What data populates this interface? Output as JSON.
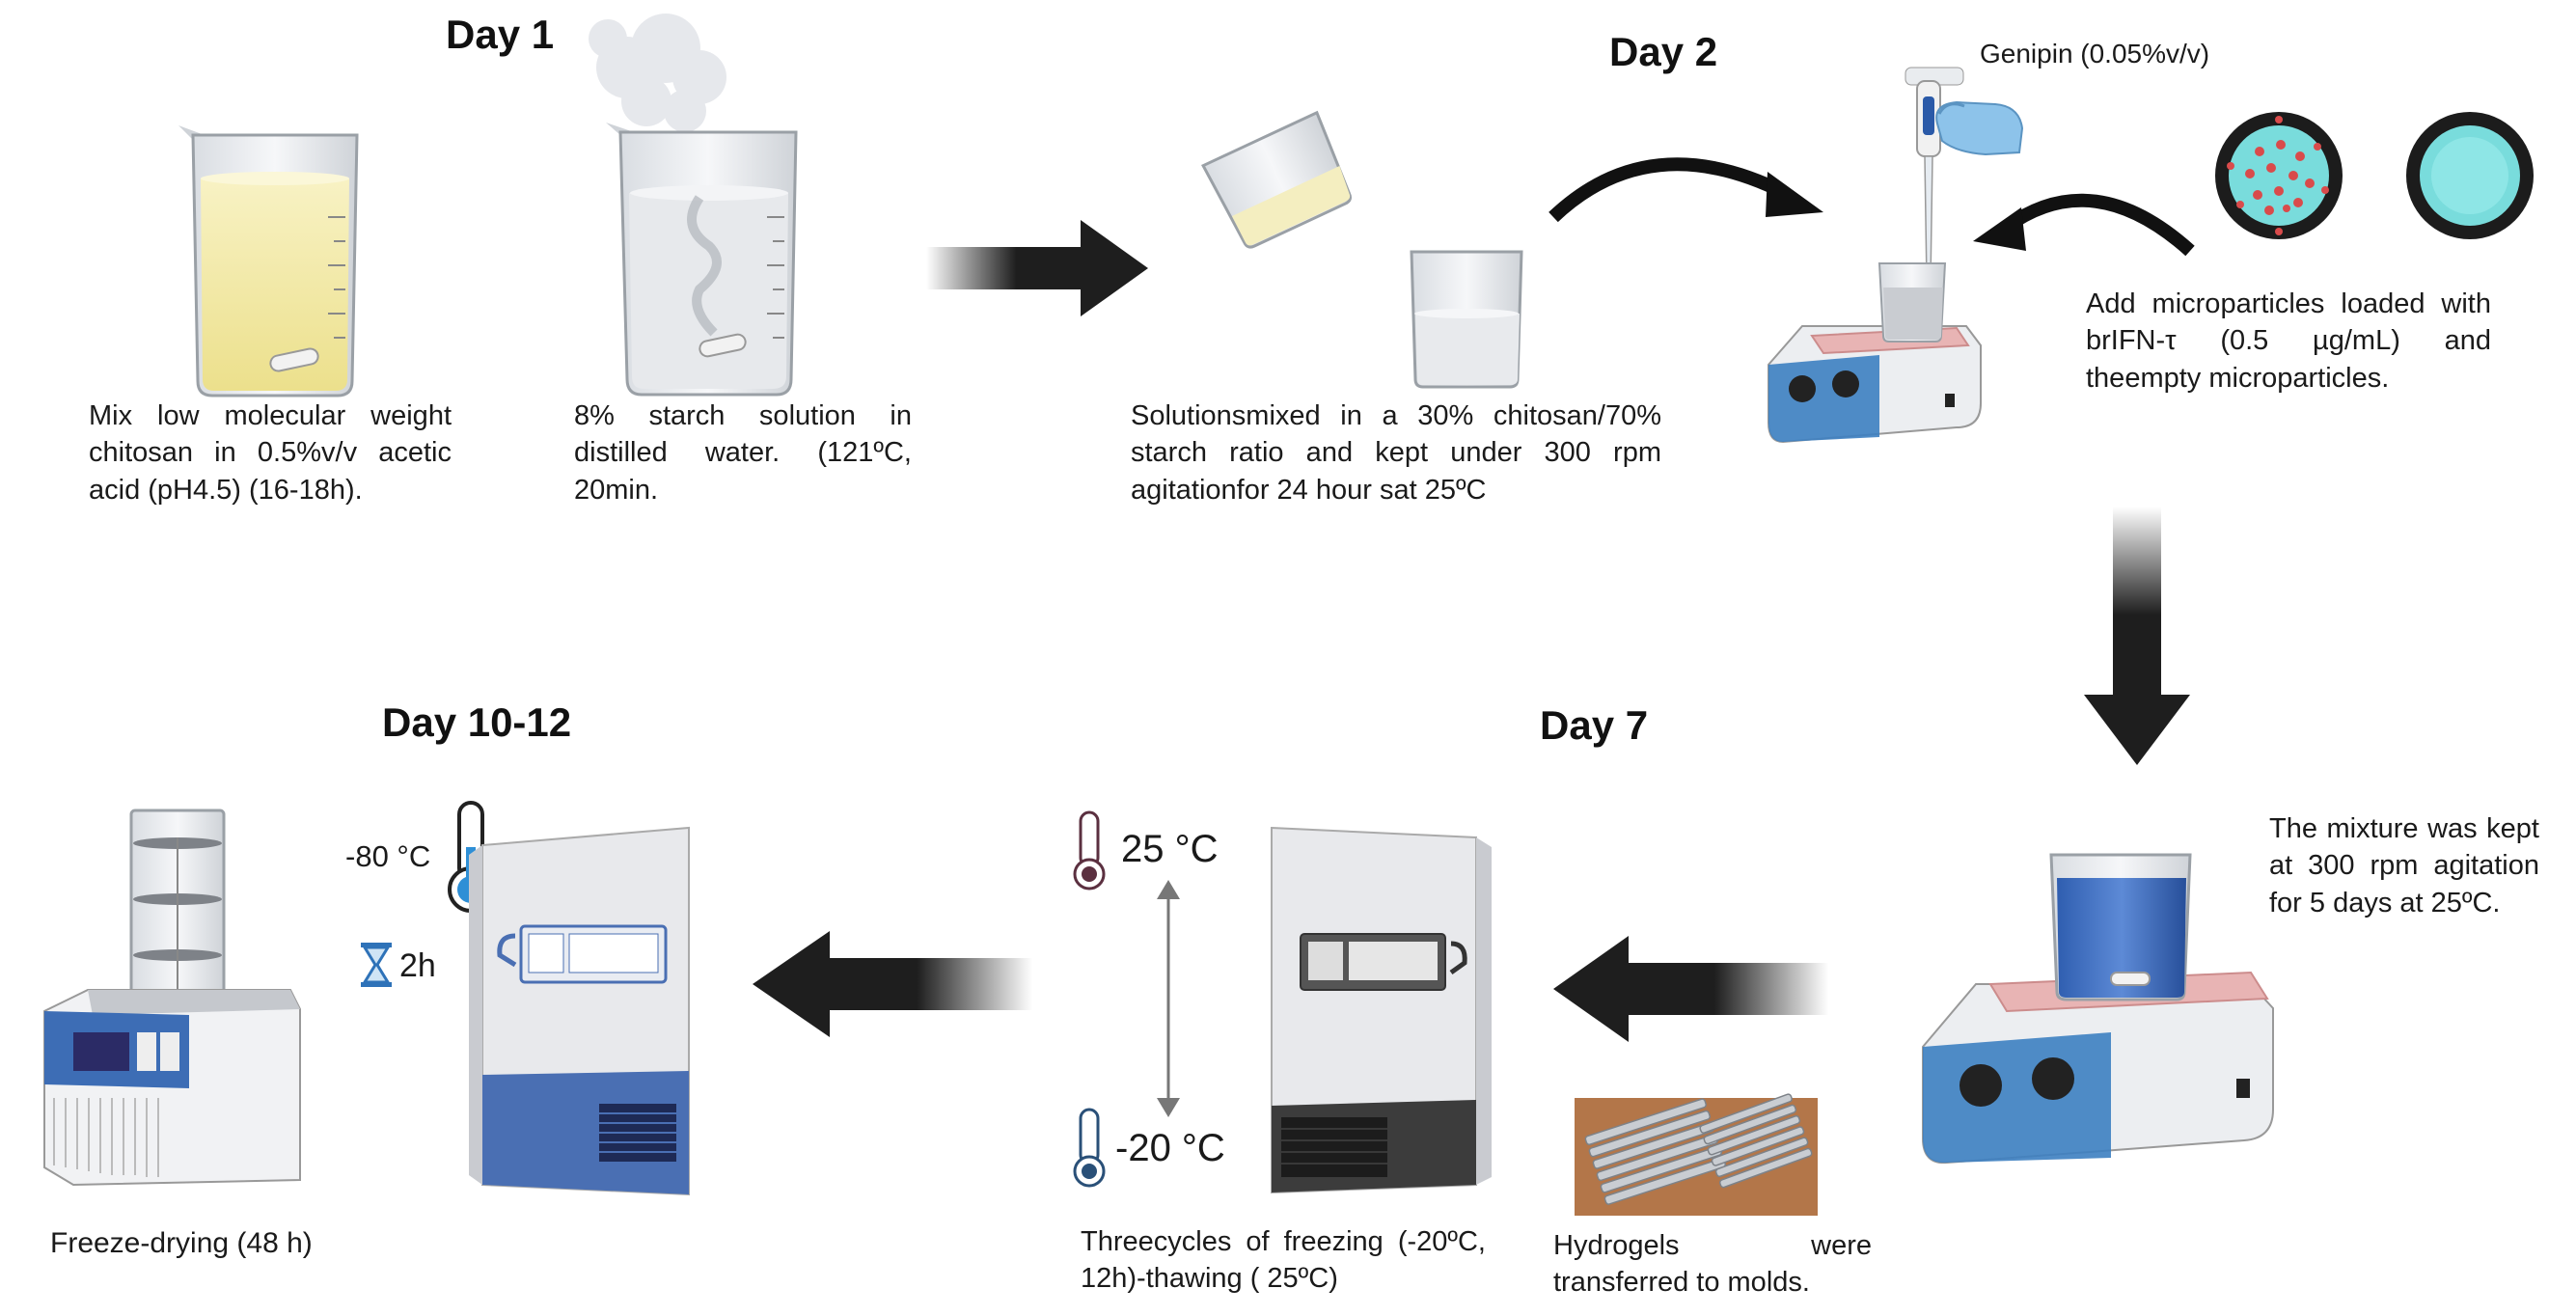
{
  "days": {
    "day1": "Day 1",
    "day2": "Day 2",
    "day7": "Day 7",
    "day10_12": "Day 10-12"
  },
  "steps": {
    "chitosan": "Mix low molecular weight chitosan in 0.5%v/v acetic acid (pH4.5) (16-18h).",
    "starch": "8% starch solution in distilled water. (121ºC, 20min.",
    "mixing": "Solutionsmixed in a 30% chitosan/70% starch ratio and kept under 300 rpm agitationfor 24 hour sat 25ºC",
    "genipin": "Genipin (0.05%v/v)",
    "microparticles": "Add microparticles loaded with brIFN-τ (0.5 µg/mL) and theempty microparticles.",
    "agitation5days": "The mixture was kept at 300 rpm agitation for 5 days at 25ºC.",
    "molds": "Hydrogels were transferred to molds.",
    "freezethaw": "Threecycles of freezing (-20ºC, 12h)-thawing ( 25ºC)",
    "freezedrying": "Freeze-drying (48 h)"
  },
  "labels": {
    "temp_high": "25 °C",
    "temp_low": "-20 °C",
    "temp_deep": "-80 °C",
    "duration": "2h"
  },
  "icons": [
    "beaker-icon",
    "steam-icon",
    "stir-bar-icon",
    "arrow-right-icon",
    "arrow-down-icon",
    "arrow-left-icon",
    "curved-arrow-icon",
    "pipette-icon",
    "glove-icon",
    "hot-plate-stirrer-icon",
    "microparticle-icon",
    "freezer-icon",
    "thermometer-icon",
    "hourglass-icon",
    "freeze-dryer-icon",
    "mold-photo-icon"
  ],
  "colors": {
    "arrow": "#1e1e1e",
    "hotplate_blue": "#3d7fc1",
    "heat_pad": "#e8b4b4",
    "freezer_blue": "#4a6fb3",
    "microparticle_outer": "#1c1c1c",
    "microparticle_inner": "#79dcdc",
    "chitosan_fill": "#f4edb2"
  }
}
